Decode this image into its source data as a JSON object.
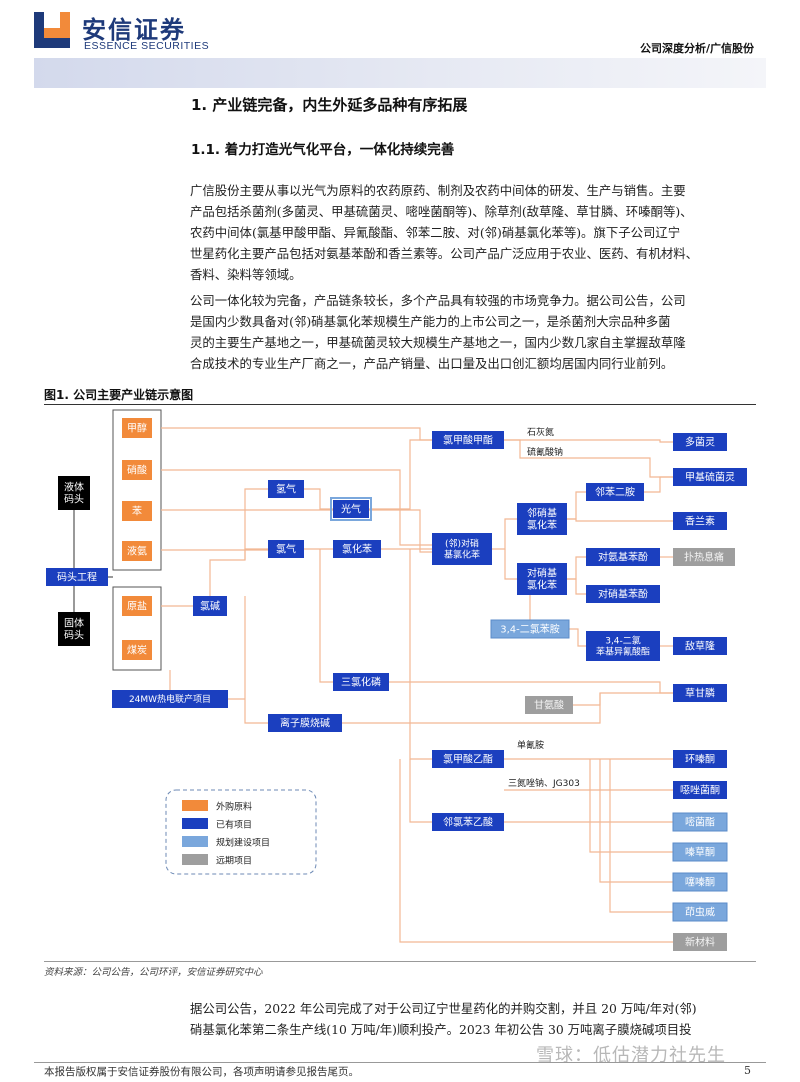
{
  "header": {
    "company_cn": "安信证券",
    "company_en": "ESSENCE SECURITIES",
    "report_tag": "公司深度分析/广信股份"
  },
  "section": {
    "h1": "1. 产业链完备，内生外延多品种有序拓展",
    "h2": "1.1. 着力打造光气化平台，一体化持续完善"
  },
  "paragraphs": {
    "p1": [
      "广信股份主要从事以光气为原料的农药原药、制剂及农药中间体的研发、生产与销售。主要",
      "产品包括杀菌剂(多菌灵、甲基硫菌灵、嘧唑菌酮等)、除草剂(敌草隆、草甘膦、环嗪酮等)、",
      "农药中间体(氯基甲酸甲酯、异氰酸酯、邻苯二胺、对(邻)硝基氯化苯等)。旗下子公司辽宁",
      "世星药化主要产品包括对氨基苯酚和香兰素等。公司产品广泛应用于农业、医药、有机材料、",
      "香料、染料等领域。"
    ],
    "p2": [
      "公司一体化较为完备，产品链条较长，多个产品具有较强的市场竞争力。据公司公告，公司",
      "是国内少数具备对(邻)硝基氯化苯规模生产能力的上市公司之一，是杀菌剂大宗品种多菌",
      "灵的主要生产基地之一，甲基硫菌灵较大规模生产基地之一，国内少数几家自主掌握敌草隆",
      "合成技术的专业生产厂商之一，产品产销量、出口量及出口创汇额均居国内同行业前列。"
    ],
    "p3": [
      "据公司公告，2022 年公司完成了对于公司辽宁世星药化的并购交割，并且 20 万吨/年对(邻)",
      "硝基氯化苯第二条生产线(10 万吨/年)顺利投产。2023 年初公告 30 万吨离子膜烧碱项目投"
    ]
  },
  "figure": {
    "title": "图1. 公司主要产业链示意图",
    "source": "资料来源：公司公告，公司环评，安信证券研究中心",
    "colors": {
      "external": "#f28a3a",
      "existing": "#1b3fbf",
      "planned": "#7aa7dc",
      "long_term": "#9e9e9e",
      "terminal": "#000000",
      "line": "#f2b894"
    },
    "nodes": {
      "liquid_terminal": "液体码头",
      "solid_terminal": "固体码头",
      "terminal_project": "码头工程",
      "methanol": "甲醇",
      "nitric_acid": "硝酸",
      "benzene": "苯",
      "liquid_ammonia": "液氨",
      "raw_salt": "原盐",
      "coal": "煤炭",
      "chlor_alkali": "氯碱",
      "power_project": "24MW热电联产项目",
      "hydrogen": "氢气",
      "chlorine": "氯气",
      "phosgene": "光气",
      "chlorobenzene": "氯化苯",
      "pcl3": "三氯化磷",
      "ion_membrane": "离子膜烧碱",
      "methyl_chloroformate": "氯甲酸甲酯",
      "nitrochlorobenzene": "(邻)对硝基氯化苯",
      "o_nitrochlorobenzene": "邻硝基氯化苯",
      "p_nitrochlorobenzene": "对硝基氯化苯",
      "dichloroaniline": "3,4-二氯苯胺",
      "isocyanate": "3,4-二氯苯基异氰酸酯",
      "o_phenylenediamine": "邻苯二胺",
      "p_aminophenol": "对氨基苯酚",
      "p_nitrophenol": "对硝基苯酚",
      "paracetamol": "扑热息痛",
      "glycine": "甘氨酸",
      "ethyl_chloroformate": "氯甲酸乙酯",
      "o_chlorophenyl_acetic": "邻氯苯乙酸",
      "carbendazim": "多菌灵",
      "thiophanate_methyl": "甲基硫菌灵",
      "vanillin": "香兰素",
      "diuron": "敌草隆",
      "glyphosate": "草甘膦",
      "hexazinone": "环嗪酮",
      "fenamidone": "噁唑菌酮",
      "pyraclostrobin": "嘧菌酯",
      "herbicide1": "嗪草酮",
      "herbicide2": "噻嗪酮",
      "insecticide": "茚虫威",
      "new_material": "新材料"
    },
    "edge_labels": {
      "lime_nitrogen": "石灰氮",
      "sodium_thiocyanate": "硫氰酸钠",
      "monocyanamide": "单氰胺",
      "triazole": "三氮唑钠、JG303"
    },
    "legend": [
      {
        "label": "外购原料",
        "color": "#f28a3a"
      },
      {
        "label": "已有项目",
        "color": "#1b3fbf"
      },
      {
        "label": "规划建设项目",
        "color": "#7aa7dc"
      },
      {
        "label": "远期项目",
        "color": "#9e9e9e"
      }
    ]
  },
  "footer": {
    "disclaimer": "本报告版权属于安信证券股份有限公司，各项声明请参见报告尾页。",
    "page": "5",
    "watermark": "雪球：低估潜力社先生"
  }
}
